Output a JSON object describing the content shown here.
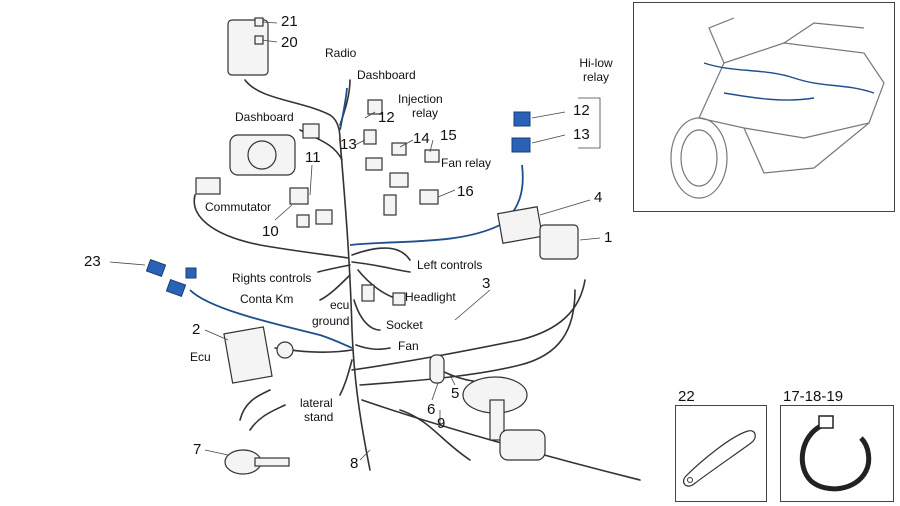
{
  "labels": {
    "radio": "Radio",
    "dashboard_top": "Dashboard",
    "dashboard_left": "Dashboard",
    "injection_relay_1": "Injection",
    "injection_relay_2": "relay",
    "fan_relay": "Fan relay",
    "hilow_1": "Hi-low",
    "hilow_2": "relay",
    "commutator": "Commutator",
    "left_controls": "Left controls",
    "rights_controls": "Rights controls",
    "conta_km": "Conta Km",
    "ecu_ground_1": "ecu",
    "ecu_ground_2": "ground",
    "headlight": "Headlight",
    "socket": "Socket",
    "fan": "Fan",
    "ecu": "Ecu",
    "lateral_stand_1": "lateral",
    "lateral_stand_2": "stand"
  },
  "numbers": {
    "n21": "21",
    "n20": "20",
    "n12a": "12",
    "n13a": "13",
    "n14": "14",
    "n15": "15",
    "n11": "11",
    "n16": "16",
    "n10": "10",
    "n12b": "12",
    "n13b": "13",
    "n4": "4",
    "n1": "1",
    "n23": "23",
    "n3": "3",
    "n2": "2",
    "n6": "6",
    "n5": "5",
    "n9": "9",
    "n7": "7",
    "n8": "8",
    "n22": "22",
    "n17_18_19": "17-18-19"
  },
  "colors": {
    "line": "#333333",
    "harness_blue": "#1f4e8c",
    "relay_blue": "#2a62b8"
  }
}
